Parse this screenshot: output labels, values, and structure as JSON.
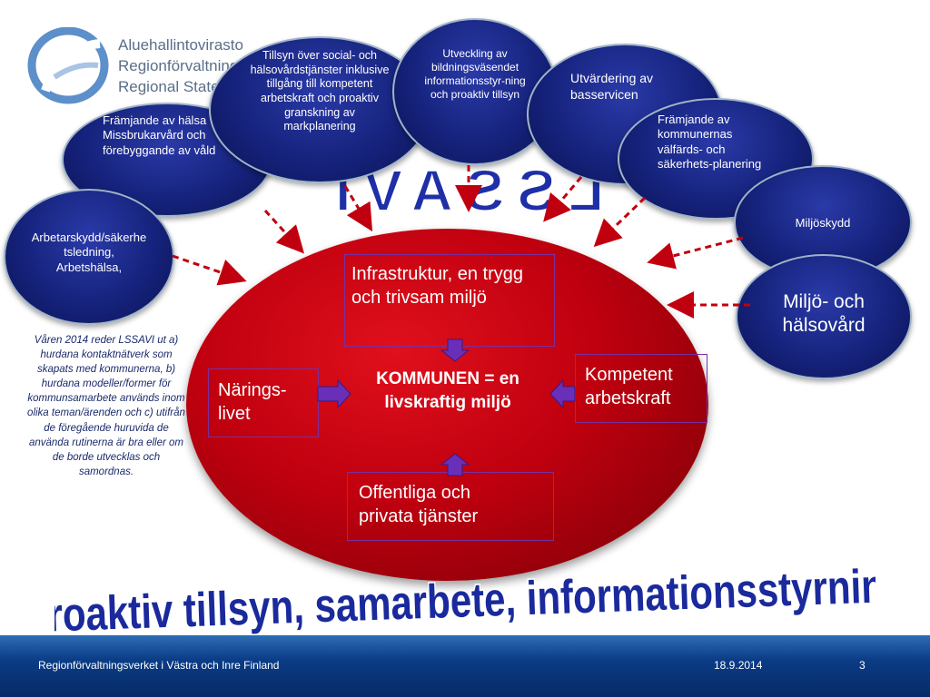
{
  "logo": {
    "line1": "Aluehallintovirasto",
    "line2": "Regionförvaltning",
    "line3": "Regional State"
  },
  "bubbles": {
    "social": "Tillsyn över social- och hälsovårdstjänster inklusive tillgång till kompetent arbetskraft och proaktiv granskning av markplanering",
    "utbildning": "Utveckling av bildningsväsendet informationsstyr-ning och proaktiv tillsyn",
    "basservice": "Utvärdering av basservicen",
    "missbruk": "Främjande av hälsa Missbrukarvård och förebyggande av våld",
    "valfard": "Främjande av kommunernas välfärds- och säkerhets-planering",
    "arbetarskydd": "Arbetarskydd/säkerhetsledning, Arbetshälsa,",
    "miljoskydd": "Miljöskydd",
    "miljo_halso": "Miljö- och hälsovård"
  },
  "lssavi_label": "LSSAVI",
  "center": {
    "title": "KOMMUNEN = en livskraftig miljö",
    "infra": "Infrastruktur, en trygg och trivsam miljö",
    "naring": "Närings-livet",
    "kompetent": "Kompetent arbetskraft",
    "offentliga": "Offentliga och privata tjänster"
  },
  "note": "Våren 2014 reder LSSAVI ut a) hurdana kontaktnätverk som skapats med kommunerna, b) hurdana modeller/former för kommunsamarbete används inom olika teman/ärenden och c) utifrån de föregående huruvida de använda rutinerna är bra eller om de borde utvecklas och samordnas.",
  "headline": "Proaktiv tillsyn, samarbete, informationsstyrning",
  "footer": {
    "org": "Regionförvaltningsverket i Västra och Inre Finland",
    "date": "18.9.2014",
    "page": "3"
  },
  "colors": {
    "navy": "#16237d",
    "red": "#c0000f",
    "purple": "#7a2fa0",
    "headline_fill": "#1a2a9c"
  }
}
